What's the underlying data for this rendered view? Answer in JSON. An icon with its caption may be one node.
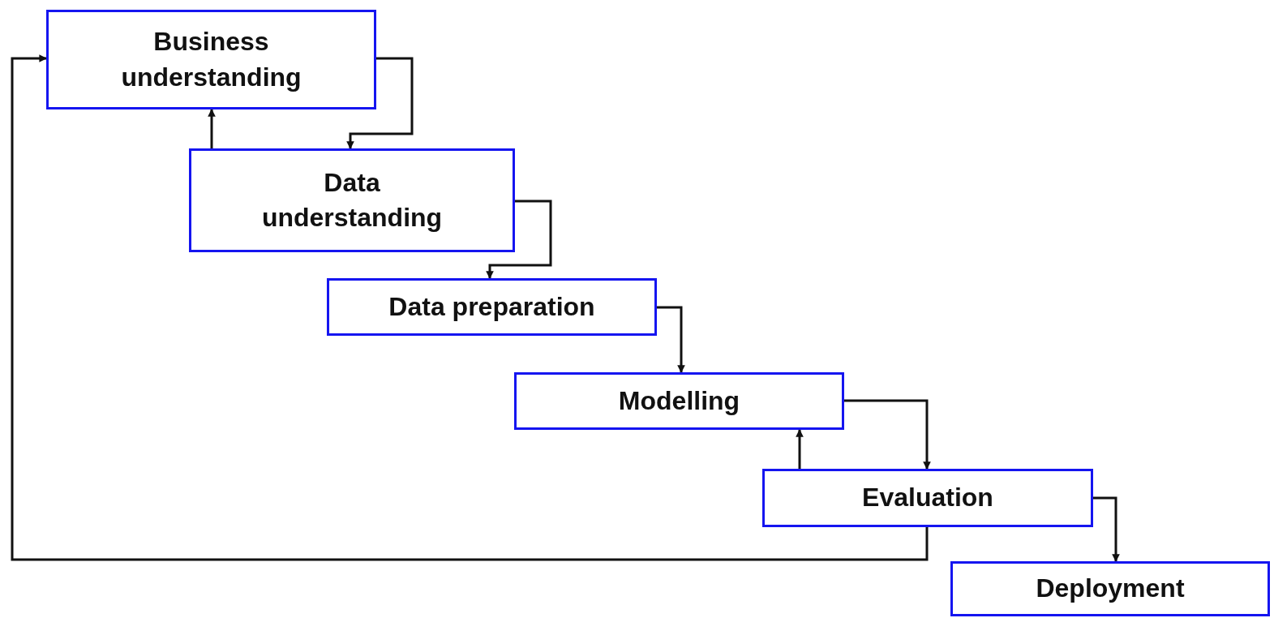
{
  "diagram": {
    "nodes": [
      {
        "text": [
          "Business understanding"
        ]
      },
      {
        "text": [
          "Data understanding"
        ]
      },
      {
        "text": [
          "Data preparation"
        ]
      },
      {
        "text": [
          "Modelling"
        ]
      },
      {
        "text": [
          "Evaluation"
        ]
      },
      {
        "text": [
          "Deployment"
        ]
      }
    ],
    "edges": [
      {
        "from": 0,
        "to": 1,
        "arrow": "to"
      },
      {
        "from": 1,
        "to": 0,
        "arrow": "to"
      },
      {
        "from": 1,
        "to": 2,
        "arrow": "to"
      },
      {
        "from": 2,
        "to": 3,
        "arrow": "to"
      },
      {
        "from": 3,
        "to": 4,
        "arrow": "to"
      },
      {
        "from": 4,
        "to": 3,
        "arrow": "to"
      },
      {
        "from": 4,
        "to": 5,
        "arrow": "to"
      },
      {
        "from": 4,
        "to": 0,
        "arrow": "to"
      }
    ]
  }
}
